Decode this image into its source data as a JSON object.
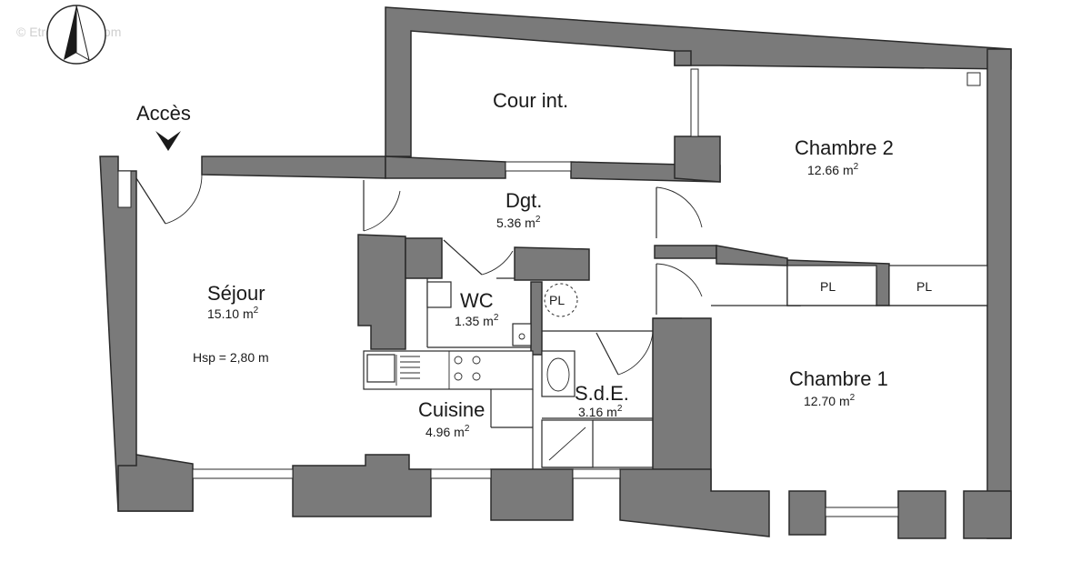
{
  "watermark": "© EtreProprio.com",
  "access": {
    "label": "Accès"
  },
  "unit": "m",
  "unit_sup": "2",
  "rooms": {
    "cour": {
      "name": "Cour int."
    },
    "chambre2": {
      "name": "Chambre 2",
      "area": "12.66"
    },
    "dgt": {
      "name": "Dgt.",
      "area": "5.36"
    },
    "sejour": {
      "name": "Séjour",
      "area": "15.10",
      "height_note": "Hsp = 2,80 m"
    },
    "wc": {
      "name": "WC",
      "area": "1.35"
    },
    "pl_wc": {
      "name": "PL"
    },
    "cuisine": {
      "name": "Cuisine",
      "area": "4.96"
    },
    "sde": {
      "name": "S.d.E.",
      "area": "3.16"
    },
    "chambre1": {
      "name": "Chambre 1",
      "area": "12.70"
    },
    "pl1": {
      "name": "PL"
    },
    "pl2": {
      "name": "PL"
    }
  },
  "icons": {
    "north": "north-arrow-icon",
    "access": "access-arrow-icon"
  },
  "colors": {
    "wall": "#7a7a7a",
    "line": "#2a2a2a",
    "background": "#ffffff"
  }
}
